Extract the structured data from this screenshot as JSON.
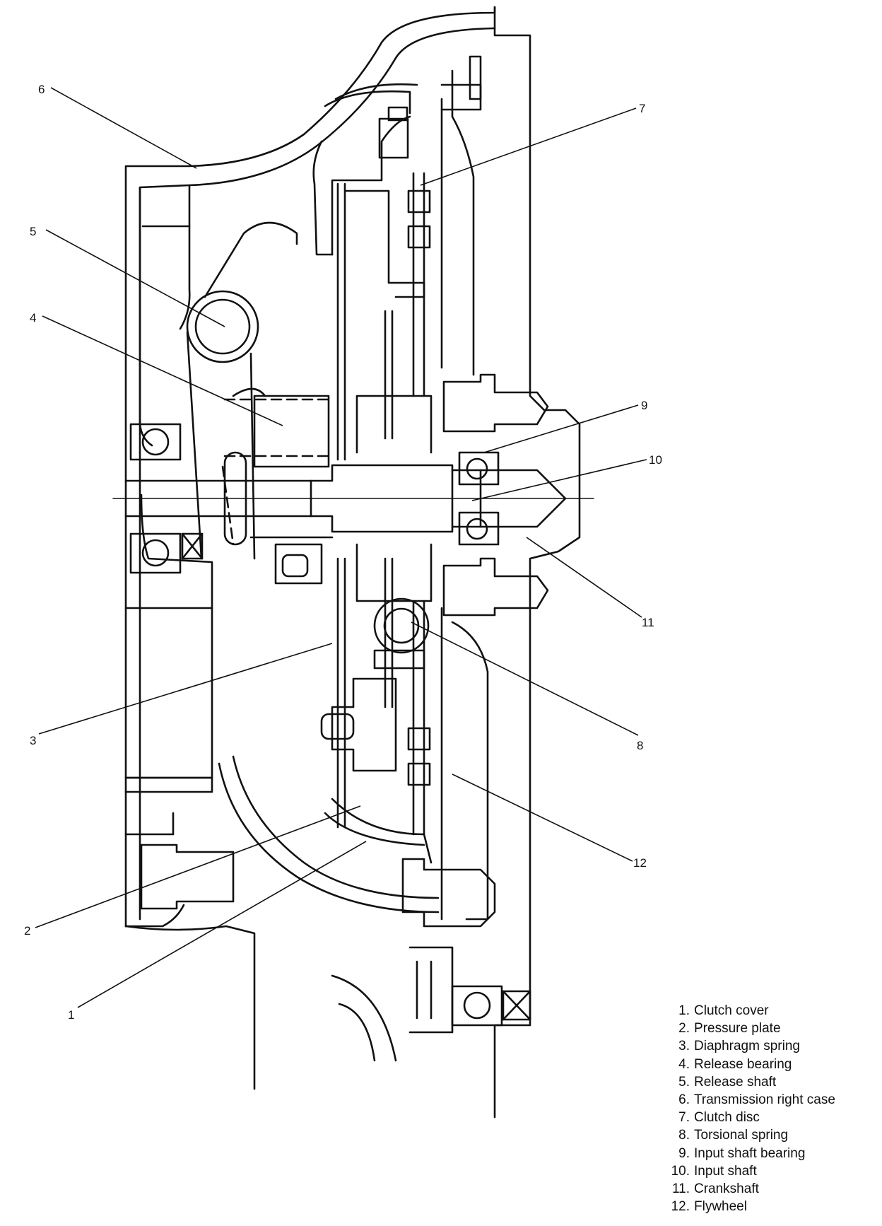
{
  "callouts": [
    "6",
    "7",
    "5",
    "4",
    "9",
    "10",
    "11",
    "3",
    "8",
    "12",
    "2",
    "1"
  ],
  "legend": [
    {
      "num": "1.",
      "label": "Clutch cover"
    },
    {
      "num": "2.",
      "label": "Pressure plate"
    },
    {
      "num": "3.",
      "label": "Diaphragm spring"
    },
    {
      "num": "4.",
      "label": "Release bearing"
    },
    {
      "num": "5.",
      "label": "Release shaft"
    },
    {
      "num": "6.",
      "label": "Transmission right case"
    },
    {
      "num": "7.",
      "label": "Clutch disc"
    },
    {
      "num": "8.",
      "label": "Torsional spring"
    },
    {
      "num": "9.",
      "label": "Input shaft bearing"
    },
    {
      "num": "10.",
      "label": "Input shaft"
    },
    {
      "num": "11.",
      "label": "Crankshaft"
    },
    {
      "num": "12.",
      "label": "Flywheel"
    }
  ]
}
